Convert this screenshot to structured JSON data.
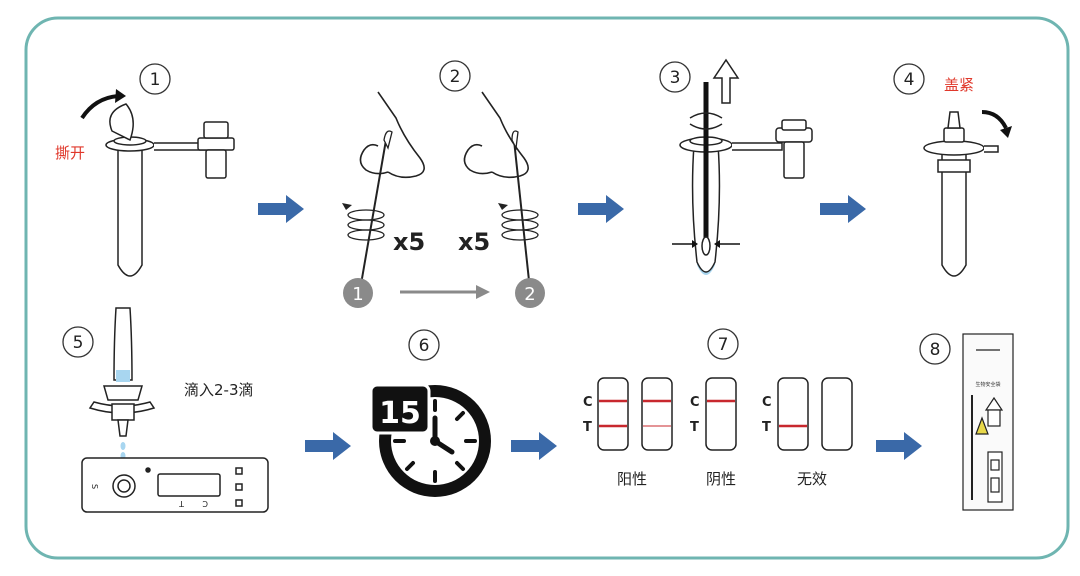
{
  "colors": {
    "frame": "#6fb5b1",
    "arrow": "#3a69a8",
    "liquid": "#a8d6f0",
    "red_text": "#e0382b",
    "test_line": "#c8282e",
    "dark": "#111111",
    "grey": "#8a8a8a"
  },
  "steps": [
    {
      "number": "1",
      "label": "撕开"
    },
    {
      "number": "2",
      "rotation_count_left": "x5",
      "rotation_count_right": "x5",
      "nostril_left": "1",
      "nostril_right": "2"
    },
    {
      "number": "3"
    },
    {
      "number": "4",
      "label": "盖紧"
    },
    {
      "number": "5",
      "label": "滴入2-3滴",
      "cassette_s": "S",
      "cassette_t": "T",
      "cassette_c": "C"
    },
    {
      "number": "6",
      "minutes": "15"
    },
    {
      "number": "7",
      "line_c": "C",
      "line_t": "T",
      "result_positive": "阳性",
      "result_negative": "阴性",
      "result_invalid": "无效"
    },
    {
      "number": "8",
      "package_text": "生物安全袋"
    }
  ]
}
